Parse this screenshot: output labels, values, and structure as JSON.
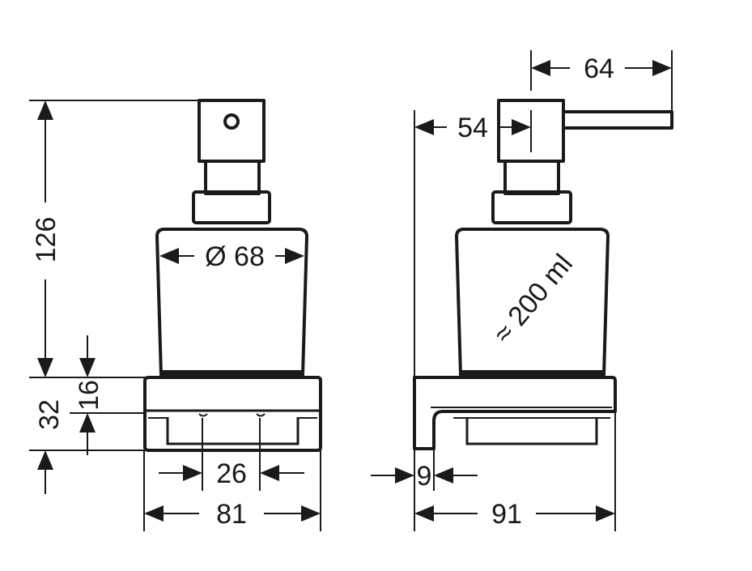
{
  "dimensions": {
    "height_total": "126",
    "base_height": "32",
    "base_top": "16",
    "diameter": "Ø 68",
    "holder_spacing": "26",
    "width_front": "81",
    "spout_length": "64",
    "pump_offset": "54",
    "wall_thickness": "9",
    "depth_side": "91"
  },
  "labels": {
    "capacity": "≈ 200 ml"
  },
  "colors": {
    "line": "#1a1a1a",
    "background": "#ffffff"
  }
}
